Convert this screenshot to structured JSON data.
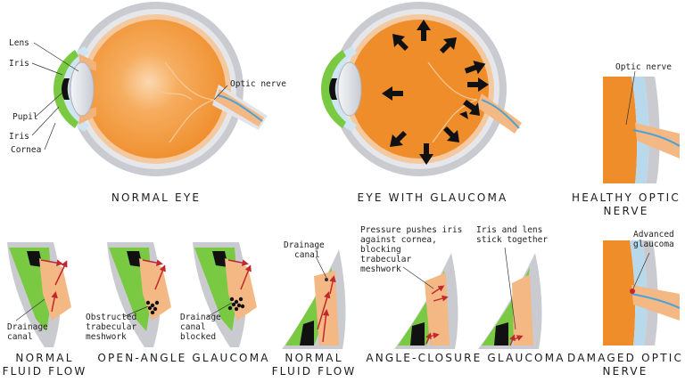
{
  "labels": {
    "lens": "Lens",
    "iris": "Iris",
    "pupil": "Pupil",
    "iris2": "Iris",
    "cornea": "Cornea",
    "optic_nerve_1": "Optic nerve",
    "optic_nerve_2": "Optic nerve",
    "drainage_canal_1": [
      "Drainage",
      "canal"
    ],
    "obstructed": [
      "Obstructed",
      "trabecular",
      "meshwork"
    ],
    "drainage_blocked": [
      "Drainage",
      "canal",
      "blocked"
    ],
    "drainage_canal_2": [
      "Drainage",
      "canal"
    ],
    "pressure": [
      "Pressure pushes iris",
      "against cornea,",
      "blocking",
      "trabecular",
      "meshwork"
    ],
    "iris_lens": [
      "Iris and lens",
      "stick together"
    ],
    "advanced": [
      "Advanced",
      "glaucoma"
    ]
  },
  "captions": {
    "normal_eye": "NORMAL EYE",
    "eye_glaucoma": "EYE WITH GLAUCOMA",
    "healthy_nerve": [
      "HEALTHY OPTIC",
      "NERVE"
    ],
    "normal_flow_1": [
      "NORMAL",
      "FLUID FLOW"
    ],
    "open_angle": "OPEN-ANGLE GLAUCOMA",
    "normal_flow_2": [
      "NORMAL",
      "FLUID FLOW"
    ],
    "angle_closure": "ANGLE-CLOSURE GLAUCOMA",
    "damaged_nerve": [
      "DAMAGED OPTIC",
      "NERVE"
    ]
  },
  "colors": {
    "sclera": "#c9cbd0",
    "sclera_inner": "#e6e7ea",
    "choroid": "#f4c9a0",
    "vitreous": "#f39a3a",
    "iris": "#7ac943",
    "lens": "#d9dde3",
    "cornea": "#b8d9ec",
    "nerve": "#f3b884",
    "vessel": "#4aa3d6",
    "arrow_red": "#c1272d",
    "arrow_black": "#111111"
  }
}
